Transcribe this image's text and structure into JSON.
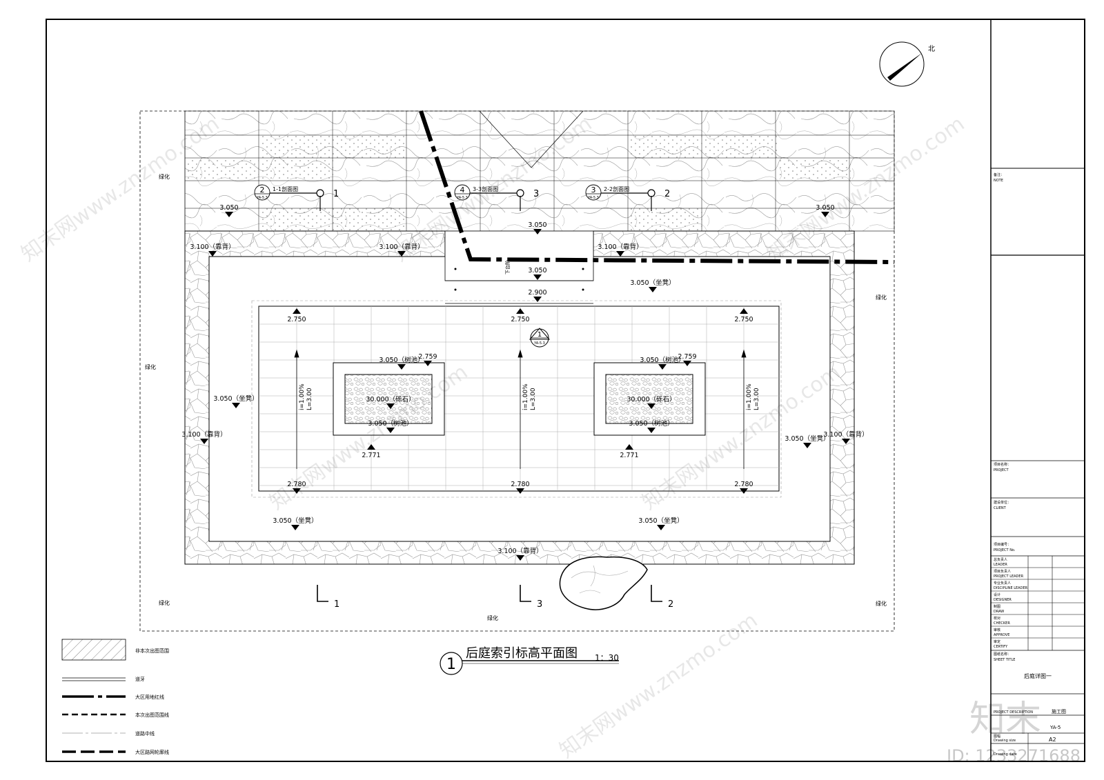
{
  "drawing": {
    "title": "后庭索引标高平面图",
    "scale": "1：30",
    "index_number": "1",
    "north": "北"
  },
  "zones": {
    "green": "绿化"
  },
  "sections": [
    {
      "num": "2",
      "ref": "YA-5.3",
      "label": "1-1剖面图",
      "mark": "1"
    },
    {
      "num": "4",
      "ref": "YA-5.3",
      "label": "3-3剖面图",
      "mark": "3"
    },
    {
      "num": "3",
      "ref": "YA-5.3",
      "label": "2-2剖面图",
      "mark": "2"
    }
  ],
  "center_index": {
    "num": "1",
    "ref": "YA-5.3"
  },
  "levels": {
    "l3050": "3.050",
    "l3100_back": "3.100（靠背）",
    "l3050_seat": "3.050（坐凳）",
    "l3050_pool": "3.050（树池）",
    "l30000_stone": "30.000（砾石）",
    "l2900": "2.900",
    "l2750": "2.750",
    "l2759": "2.759",
    "l2771": "2.771",
    "l2780": "2.780",
    "step_down": "下台阶"
  },
  "slope": {
    "grade": "i=1.00%",
    "length": "L=3.00"
  },
  "legend": [
    {
      "key": "hatch",
      "label": "非本次出图范围"
    },
    {
      "key": "curb",
      "label": "道牙"
    },
    {
      "key": "redline",
      "label": "大区用地红线"
    },
    {
      "key": "scope",
      "label": "本次出图范围线"
    },
    {
      "key": "center",
      "label": "道路中线"
    },
    {
      "key": "roadnet",
      "label": "大区路网轮廓线"
    }
  ],
  "title_block": {
    "note_cn": "备注：",
    "note_en": "NOTE",
    "project_cn": "项目名称：",
    "project_en": "PROJECT",
    "client_cn": "建设单位：",
    "client_en": "CLIENT",
    "project_no_cn": "项目编号：",
    "project_no_en": "PROJECT No.",
    "roles": [
      {
        "cn": "总负责人",
        "en": "LEADER"
      },
      {
        "cn": "项目负责人",
        "en": "PROJECT LEADER"
      },
      {
        "cn": "专业负责人",
        "en": "DISCIPLINE LEADER"
      },
      {
        "cn": "设计",
        "en": "DESIGNER"
      },
      {
        "cn": "制图",
        "en": "DRAW"
      },
      {
        "cn": "校对",
        "en": "CHECKER"
      },
      {
        "cn": "审核",
        "en": "APPROVE"
      },
      {
        "cn": "审定",
        "en": "CERTIFY"
      }
    ],
    "sheet_title_cn": "图纸名称：",
    "sheet_title_en": "SHEET TITLE",
    "sheet_title_value": "后庭详图一",
    "description_en": "PROJECT DESCRIPTION",
    "description_value": "施工图",
    "sheet_no_value": "YA-5",
    "drawing_size_cn": "图幅",
    "drawing_size_en": "Drawing size",
    "drawing_size_value": "A2",
    "drawing_date_en": "Drawing date"
  },
  "watermark": {
    "site": "知末网www.znzmo.com",
    "brand": "知末",
    "id": "ID: 1233271688"
  }
}
